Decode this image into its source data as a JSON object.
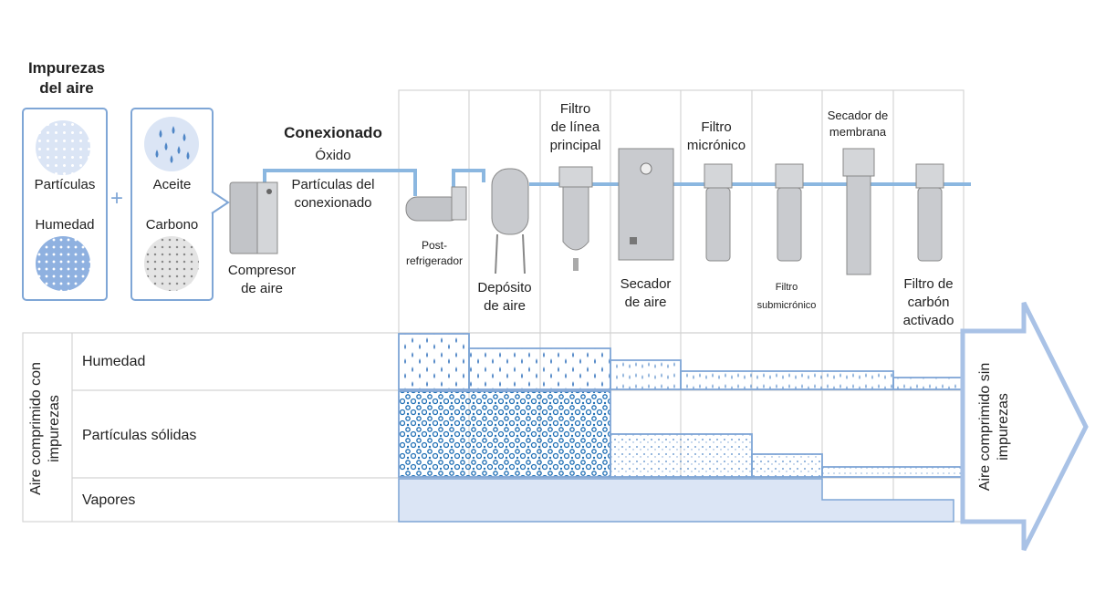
{
  "header": {
    "impurities_title": "Impurezas\ndel aire"
  },
  "impurity_box_left": {
    "items": [
      "Partículas",
      "Humedad"
    ]
  },
  "plus_sign": "+",
  "impurity_box_right": {
    "items": [
      "Aceite",
      "Carbono"
    ]
  },
  "piping": {
    "title": "Conexionado",
    "items": [
      "Óxido",
      "Partículas del\nconexionado"
    ]
  },
  "equipment": [
    {
      "label": "Compresor\nde aire"
    },
    {
      "label": "Post-\nrefrigerador"
    },
    {
      "label": "Depósito\nde aire"
    },
    {
      "label": "Filtro\nde línea\nprincipal"
    },
    {
      "label": "Secador\nde aire"
    },
    {
      "label": "Filtro\nmicrónico"
    },
    {
      "label": "Filtro\nsubmicrónico"
    },
    {
      "label": "Secador de\nmembrana"
    },
    {
      "label": "Filtro de\ncarbón\nactivado"
    }
  ],
  "table": {
    "side_label": "Aire comprimido con\nimpurezas",
    "rows": [
      {
        "label": "Humedad"
      },
      {
        "label": "Partículas sólidas"
      },
      {
        "label": "Vapores"
      }
    ]
  },
  "output_arrow": {
    "label": "Aire comprimido sin\nimpurezas"
  },
  "colors": {
    "accent": "#7fa6d6",
    "light_fill": "#dbe5f5",
    "drop": "#4f86c6",
    "grid": "#cfcfcf",
    "equipment": "#bfc2c6"
  }
}
